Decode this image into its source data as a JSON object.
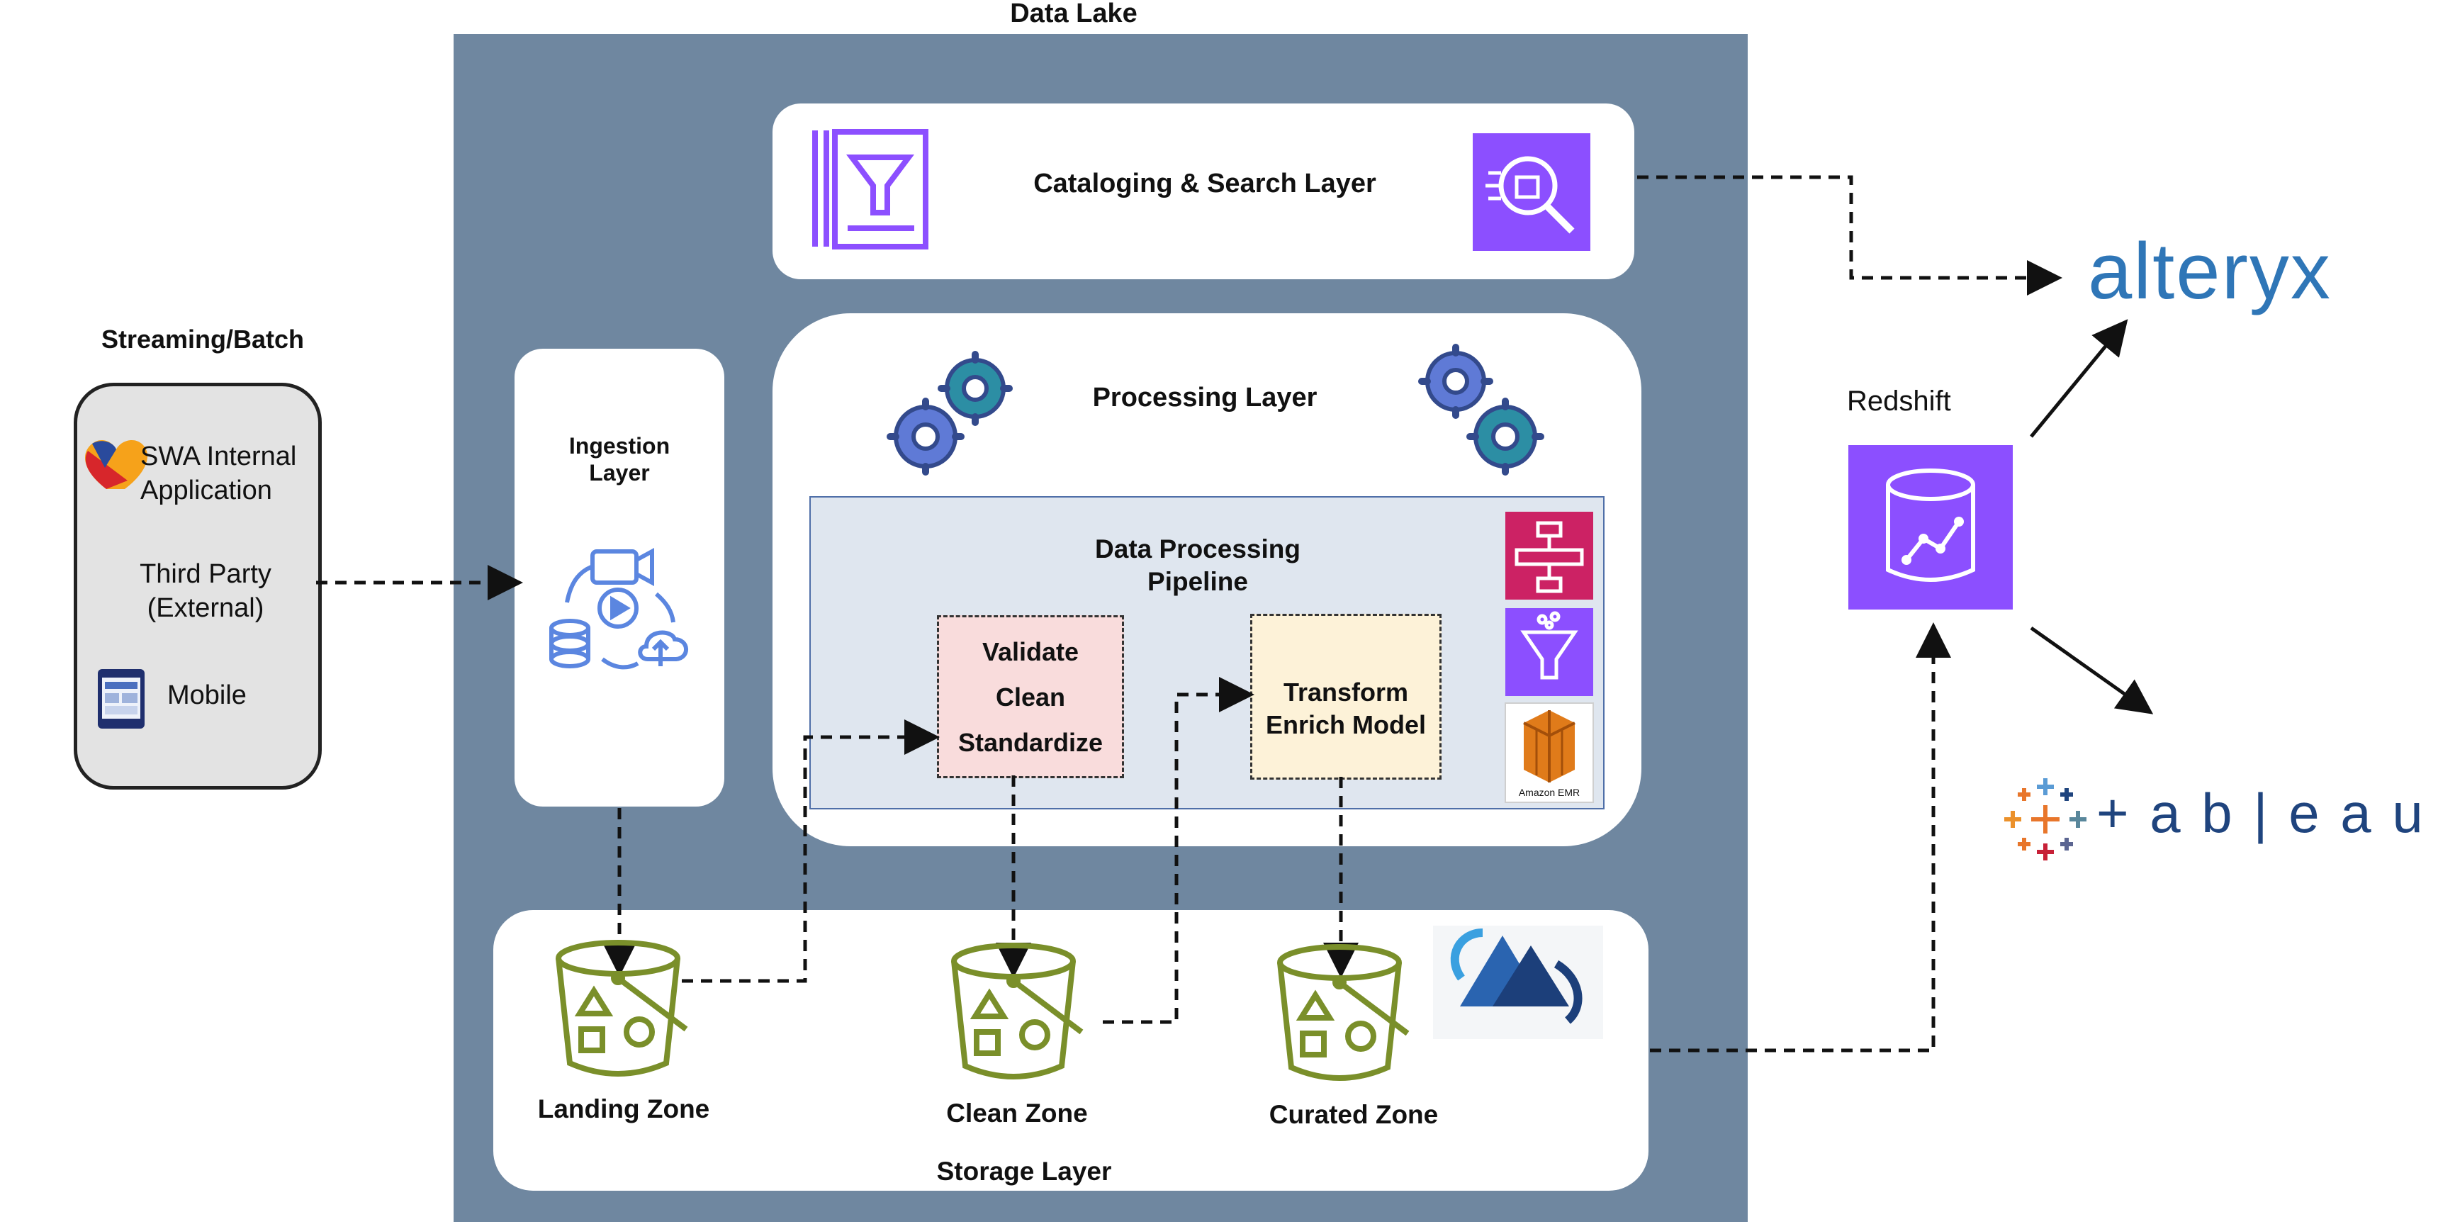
{
  "data_lake": {
    "title": "Data Lake"
  },
  "source": {
    "title": "Streaming/Batch",
    "swa": "SWA Internal Application",
    "swa_line1": "SWA Internal",
    "swa_line2": "Application",
    "third_line1": "Third Party",
    "third_line2": "(External)",
    "mobile": "Mobile"
  },
  "ingestion": {
    "line1": "Ingestion",
    "line2": "Layer"
  },
  "catalog": {
    "label": "Cataloging & Search Layer"
  },
  "processing": {
    "label": "Processing Layer"
  },
  "pipeline": {
    "line1": "Data Processing",
    "line2": "Pipeline",
    "validate": [
      "Validate",
      "Clean",
      "Standardize"
    ],
    "transform": [
      "Transform",
      "Enrich Model"
    ],
    "emr_label": "Amazon EMR"
  },
  "storage": {
    "label": "Storage Layer",
    "landing": "Landing Zone",
    "clean": "Clean Zone",
    "curated": "Curated Zone"
  },
  "redshift": {
    "label": "Redshift"
  },
  "consumers": {
    "alteryx": "alteryx",
    "tableau": "+ a b | e a u"
  },
  "colors": {
    "lake": "#6f87a0",
    "aws_purple": "#8c4fff",
    "bucket_green": "#7a8f2a",
    "alteryx_blue": "#2f76b7",
    "step_functions": "#cc2264",
    "emr_orange": "#e07b1a"
  },
  "icons": {
    "catalog_left": "funnel-document-icon",
    "catalog_right": "search-data-icon",
    "gears": "gears-icon",
    "ingestion": "ingestion-cycle-icon",
    "bucket": "s3-bucket-icon",
    "redshift": "redshift-icon",
    "step_functions": "step-functions-icon",
    "glue": "glue-funnel-icon",
    "emr": "emr-icon",
    "lake_formation": "lake-formation-icon",
    "swa_logo": "heart-logo-icon",
    "mobile": "phone-icon"
  }
}
